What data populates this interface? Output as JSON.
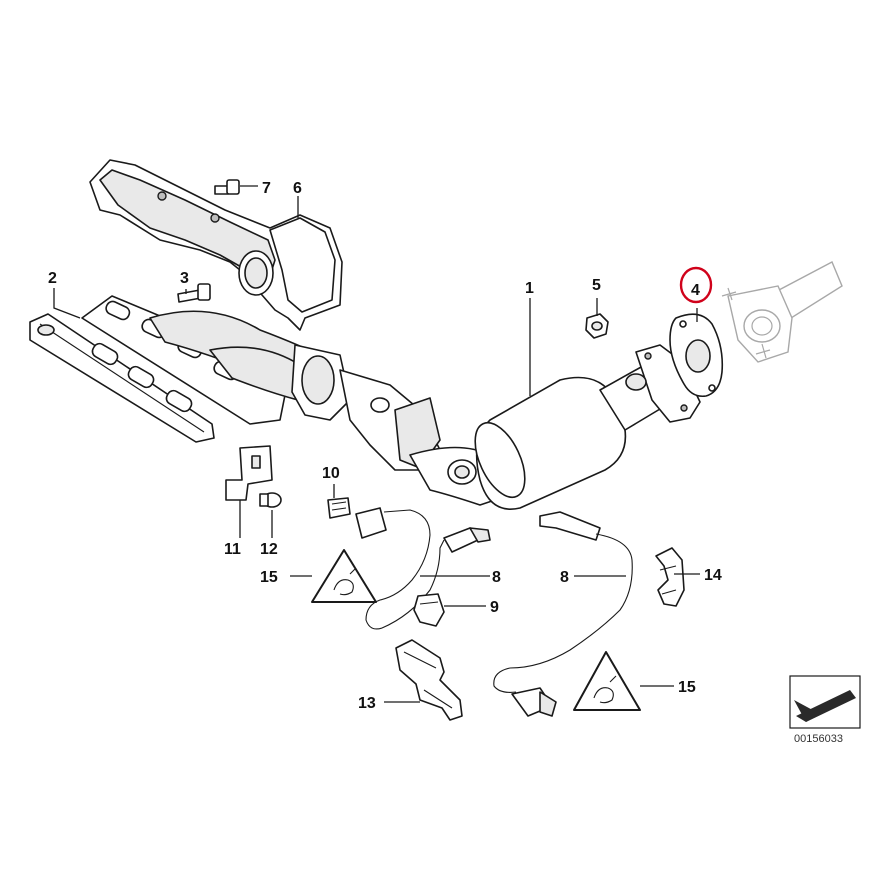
{
  "diagram": {
    "callouts": {
      "c1": "1",
      "c2": "2",
      "c3": "3",
      "c4": "4",
      "c5": "5",
      "c6": "6",
      "c7": "7",
      "c8a": "8",
      "c8b": "8",
      "c9": "9",
      "c10": "10",
      "c11": "11",
      "c12": "12",
      "c13": "13",
      "c14": "14",
      "c15a": "15",
      "c15b": "15"
    },
    "highlighted_callout": "4",
    "highlight_color": "#d0021b",
    "document_number": "00156033",
    "icons": [
      "warning-triangle-icon",
      "arrow-orientation-icon"
    ]
  }
}
